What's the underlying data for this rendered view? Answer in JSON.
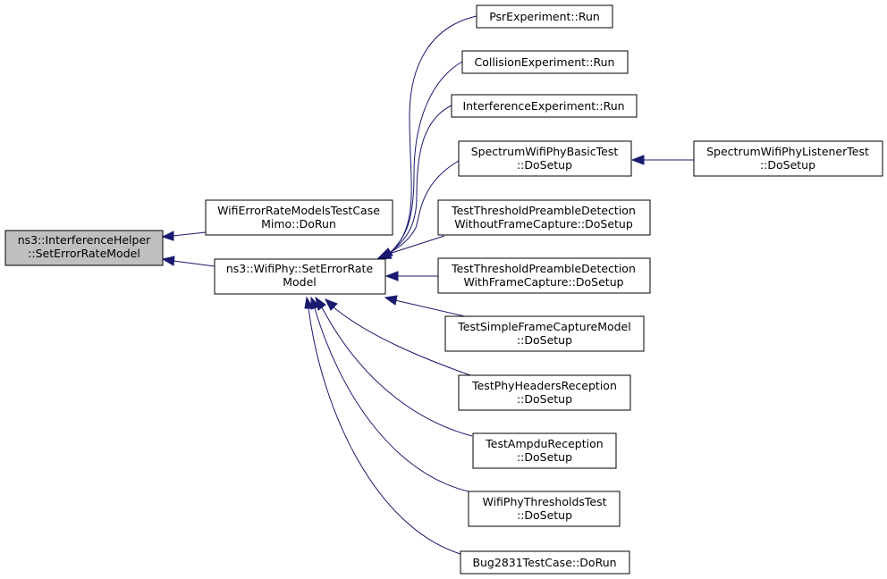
{
  "colors": {
    "edge": "#191970",
    "node_border": "#000000",
    "highlight_fill": "#bfbfbf",
    "node_fill": "#ffffff"
  },
  "nodes": {
    "root": {
      "lines": [
        "ns3::InterferenceHelper",
        "::SetErrorRateModel"
      ]
    },
    "wifiErrTest": {
      "lines": [
        "WifiErrorRateModelsTestCase",
        "Mimo::DoRun"
      ]
    },
    "wifiPhy": {
      "lines": [
        "ns3::WifiPhy::SetErrorRate",
        "Model"
      ]
    },
    "psr": {
      "lines": [
        "PsrExperiment::Run"
      ]
    },
    "collision": {
      "lines": [
        "CollisionExperiment::Run"
      ]
    },
    "interference": {
      "lines": [
        "InterferenceExperiment::Run"
      ]
    },
    "spectrumBasic": {
      "lines": [
        "SpectrumWifiPhyBasicTest",
        "::DoSetup"
      ]
    },
    "spectrumListener": {
      "lines": [
        "SpectrumWifiPhyListenerTest",
        "::DoSetup"
      ]
    },
    "threshWithout": {
      "lines": [
        "TestThresholdPreambleDetection",
        "WithoutFrameCapture::DoSetup"
      ]
    },
    "threshWith": {
      "lines": [
        "TestThresholdPreambleDetection",
        "WithFrameCapture::DoSetup"
      ]
    },
    "simpleFrame": {
      "lines": [
        "TestSimpleFrameCaptureModel",
        "::DoSetup"
      ]
    },
    "phyHeaders": {
      "lines": [
        "TestPhyHeadersReception",
        "::DoSetup"
      ]
    },
    "ampdu": {
      "lines": [
        "TestAmpduReception",
        "::DoSetup"
      ]
    },
    "thresholdsTest": {
      "lines": [
        "WifiPhyThresholdsTest",
        "::DoSetup"
      ]
    },
    "bug2831": {
      "lines": [
        "Bug2831TestCase::DoRun"
      ]
    }
  }
}
